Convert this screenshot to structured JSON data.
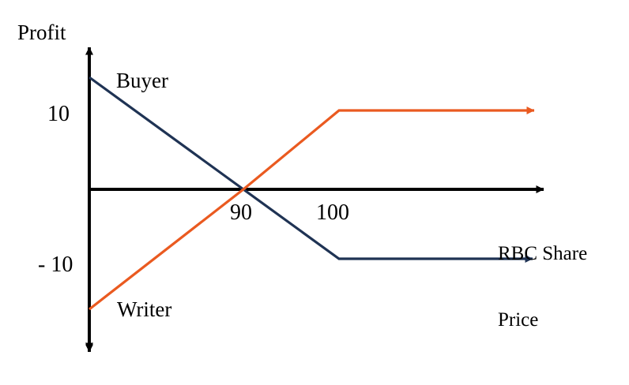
{
  "chart_data": {
    "type": "line",
    "title": "",
    "xlabel": "RBC Share Price",
    "ylabel": "Profit",
    "xlim": [
      80,
      116
    ],
    "ylim": [
      -20,
      20
    ],
    "grid": false,
    "legend": "inline-annotations",
    "xticks": [
      {
        "value": 90,
        "label": "90"
      },
      {
        "value": 100,
        "label": "100"
      }
    ],
    "yticks": [
      {
        "value": 10,
        "label": "10"
      },
      {
        "value": -10,
        "label": "- 10"
      }
    ],
    "series": [
      {
        "name": "Buyer",
        "label": "Buyer",
        "color": "#1F3354",
        "x": [
          80.5,
          90,
          100,
          115.5
        ],
        "values": [
          15,
          0,
          -10,
          -10
        ],
        "arrow_end": true
      },
      {
        "name": "Writer",
        "label": "Writer",
        "color": "#EA5A20",
        "x": [
          80.5,
          90,
          100,
          115.5
        ],
        "values": [
          -15.5,
          0,
          10,
          10
        ],
        "arrow_end": true
      }
    ],
    "annotations": [
      {
        "name": "buyer-label",
        "text": "Buyer"
      },
      {
        "name": "writer-label",
        "text": "Writer"
      }
    ],
    "axis_color": "#000000"
  },
  "axes": {
    "y_title": "Profit",
    "x_title_line1": "RBC Share",
    "x_title_line2": "Price",
    "tick_10": "10",
    "tick_neg10": "- 10",
    "tick_90": "90",
    "tick_100": "100"
  },
  "lines": {
    "buyer_label": "Buyer",
    "writer_label": "Writer"
  },
  "colors": {
    "buyer": "#1F3354",
    "writer": "#EA5A20",
    "axis": "#000000",
    "background": "#FFFFFF"
  }
}
